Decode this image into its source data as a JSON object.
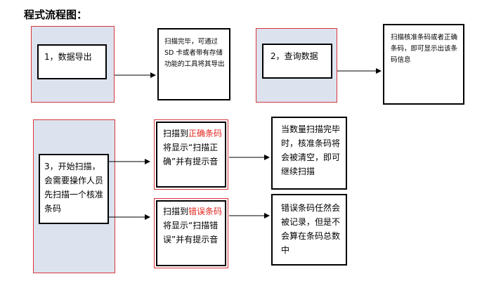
{
  "title": "程式流程图：",
  "nodes": {
    "step1": "1，数据导出",
    "step1_note": "扫描完毕，可通过SD 卡或者带有存储功能的工具将其导出",
    "step2": "2，查询数据",
    "step2_note": "扫描核准条码或者正确条码，即可显示出该条码信息",
    "step3": "3，开始扫描，会需要操作人员先扫描一个核准条码",
    "correct": {
      "pre": "扫描到",
      "highlight": "正确条码",
      "post": "将显示“扫描正确”并有提示音"
    },
    "correct_note": "当数量扫描完毕时，核准条码将会被清空，即可继续扫描",
    "wrong": {
      "pre": "扫描到",
      "highlight": "错误条码",
      "post": "将显示“扫描错误”并有提示音"
    },
    "wrong_note": "错误条码任然会被记录，但是不会算在条码总数中"
  },
  "colors": {
    "shade": "#dce3ef",
    "frame_red": "#d9353a",
    "highlight": "#e0271f"
  }
}
